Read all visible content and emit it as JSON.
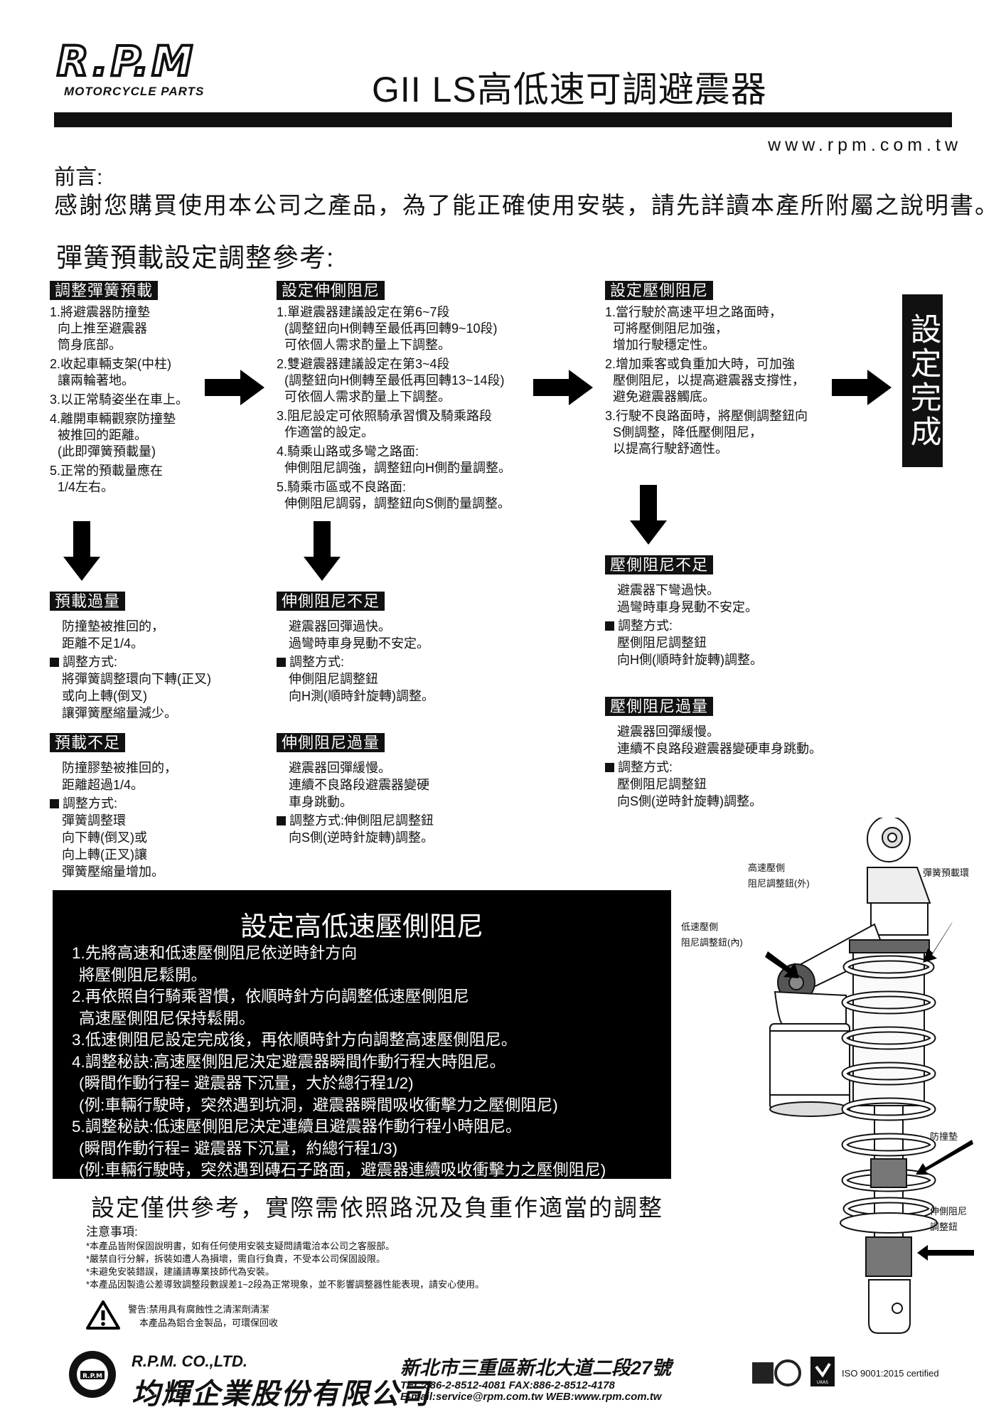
{
  "header": {
    "logo_text": "R.P.M",
    "logo_sub": "MOTORCYCLE PARTS",
    "title": "GII LS高低速可調避震器",
    "website": "www.rpm.com.tw"
  },
  "intro": {
    "heading": "前言:",
    "text": "感謝您購買使用本公司之產品，為了能正確使用安裝，請先詳讀本產所附屬之說明書。"
  },
  "reference_heading": "彈簧預載設定調整參考:",
  "steps": [
    {
      "header": "調整彈簧預載",
      "items": [
        [
          "1.將避震器防撞墊",
          "向上推至避震器",
          "筒身底部。"
        ],
        [
          "2.收起車輛支架(中柱)",
          "讓兩輪著地。"
        ],
        [
          "3.以正常騎姿坐在車上。"
        ],
        [
          "4.離開車輛觀察防撞墊",
          "被推回的距離。",
          "(此即彈簧預載量)"
        ],
        [
          "5.正常的預載量應在",
          "1/4左右。"
        ]
      ]
    },
    {
      "header": "設定伸側阻尼",
      "items": [
        [
          "1.單避震器建議設定在第6~7段",
          "(調整鈕向H側轉至最低再回轉9~10段)",
          "可依個人需求酌量上下調整。"
        ],
        [
          "2.雙避震器建議設定在第3~4段",
          "(調整鈕向H側轉至最低再回轉13~14段)",
          "可依個人需求酌量上下調整。"
        ],
        [
          "3.阻尼設定可依照騎承習慣及騎乘路段",
          "作適當的設定。"
        ],
        [
          "4.騎乘山路或多彎之路面:",
          "伸側阻尼調強，調整鈕向H側酌量調整。"
        ],
        [
          "5.騎乘市區或不良路面:",
          "伸側阻尼調弱，調整鈕向S側酌量調整。"
        ]
      ]
    },
    {
      "header": "設定壓側阻尼",
      "items": [
        [
          "1.當行駛於高速平坦之路面時，",
          "可將壓側阻尼加強，",
          "增加行駛穩定性。"
        ],
        [
          "2.增加乘客或負重加大時，可加強",
          "壓側阻尼，以提高避震器支撐性，",
          "避免避震器觸底。"
        ],
        [
          "3.行駛不良路面時，將壓側調整鈕向",
          "S側調整，降低壓側阻尼，",
          "以提高行駛舒適性。"
        ]
      ]
    }
  ],
  "done_label": "設定完成",
  "issues": {
    "preload_over": {
      "header": "預載過量",
      "desc": [
        "防撞墊被推回的，",
        "距離不足1/4。"
      ],
      "method_label": "調整方式:",
      "method": [
        "將彈簧調整環向下轉(正叉)",
        "或向上轉(倒叉)",
        "讓彈簧壓縮量減少。"
      ]
    },
    "preload_under": {
      "header": "預載不足",
      "desc": [
        "防撞膠墊被推回的，",
        "距離超過1/4。"
      ],
      "method_label": "調整方式:",
      "method": [
        "彈簧調整環",
        "向下轉(倒叉)或",
        "向上轉(正叉)讓",
        "彈簧壓縮量增加。"
      ]
    },
    "rebound_under": {
      "header": "伸側阻尼不足",
      "desc": [
        "避震器回彈過快。",
        "過彎時車身晃動不安定。"
      ],
      "method_label": "調整方式:",
      "method": [
        "伸側阻尼調整鈕",
        "向H測(順時針旋轉)調整。"
      ]
    },
    "rebound_over": {
      "header": "伸側阻尼過量",
      "desc": [
        "避震器回彈緩慢。",
        "連續不良路段避震器變硬",
        "車身跳動。"
      ],
      "method_label": "調整方式:伸側阻尼調整鈕",
      "method": [
        "向S側(逆時針旋轉)調整。"
      ]
    },
    "comp_under": {
      "header": "壓側阻尼不足",
      "desc": [
        "避震器下彎過快。",
        "過彎時車身晃動不安定。"
      ],
      "method_label": "調整方式:",
      "method": [
        "壓側阻尼調整鈕",
        "向H側(順時針旋轉)調整。"
      ]
    },
    "comp_over": {
      "header": "壓側阻尼過量",
      "desc": [
        "避震器回彈緩慢。",
        "連續不良路段避震器變硬車身跳動。"
      ],
      "method_label": "調整方式:",
      "method": [
        "壓側阻尼調整鈕",
        "向S側(逆時針旋轉)調整。"
      ]
    }
  },
  "hilo": {
    "title": "設定高低速壓側阻尼",
    "lines": [
      "1.先將高速和低速壓側阻尼依逆時針方向",
      "將壓側阻尼鬆開。",
      "2.再依照自行騎乘習慣，依順時針方向調整低速壓側阻尼",
      "高速壓側阻尼保持鬆開。",
      "3.低速側阻尼設定完成後，再依順時針方向調整高速壓側阻尼。",
      "4.調整秘訣:高速壓側阻尼決定避震器瞬間作動行程大時阻尼。",
      "(瞬間作動行程= 避震器下沉量，大於總行程1/2)",
      "(例:車輛行駛時，突然遇到坑洞，避震器瞬間吸收衝擊力之壓側阻尼)",
      "5.調整秘訣:低速壓側阻尼決定連續且避震器作動行程小時阻尼。",
      "(瞬間作動行程= 避震器下沉量，約總行程1/3)",
      "(例:車輛行駛時，突然遇到磚石子路面，避震器連續吸收衝擊力之壓側阻尼)"
    ]
  },
  "disclaimer": "設定僅供參考，實際需依照路況及負重作適當的調整",
  "notes": {
    "heading": "注意事項:",
    "items": [
      "*本產品皆附保固說明書，如有任何使用安裝支疑問請電洽本公司之客服部。",
      "*嚴禁自行分解，拆裝如遭人為損壞，需自行負責，不受本公司保固設限。",
      "*未避免安裝錯誤，建議請專業技師代為安裝。",
      "*本產品因製造公差導致調整段數誤差1~2段為正常現象，並不影響調整器性能表現，請安心使用。"
    ],
    "warning_1": "警告:禁用具有腐蝕性之清潔劑清潔",
    "warning_2": "本產品為鋁合金製品，可環保回收"
  },
  "diagram_labels": {
    "hs_comp_1": "高速壓側",
    "hs_comp_2": "阻尼調整鈕(外)",
    "preload_ring": "彈簧預載環",
    "ls_comp_1": "低速壓側",
    "ls_comp_2": "阻尼調整鈕(內)",
    "bump_stop": "防撞墊",
    "rebound_1": "伸側阻尼",
    "rebound_2": "調整鈕"
  },
  "footer": {
    "seal_text": "R.P.M",
    "company_en": "R.P.M. CO.,LTD.",
    "company_zh": "均輝企業股份有限公司",
    "address": "新北市三重區新北大道二段27號",
    "phone": "TEL:886-2-8512-4081 FAX:886-2-8512-4178",
    "contact": "E-mail:service@rpm.com.tw WEB:www.rpm.com.tw",
    "iso": "ISO 9001:2015 certified",
    "cert_badge": "UKAS"
  }
}
